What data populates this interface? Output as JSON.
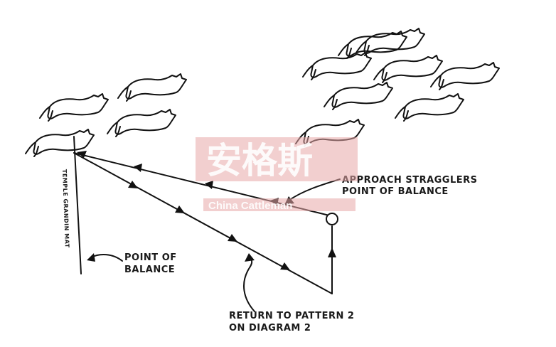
{
  "labels": {
    "approach": [
      "APPROACH STRAGGLERS",
      "POINT OF BALANCE"
    ],
    "point_of_balance": [
      "POINT OF",
      "BALANCE"
    ],
    "return_pattern": [
      "RETURN TO PATTERN 2",
      "ON DIAGRAM 2"
    ],
    "handler": "TEMPLE GRANDIN MAT"
  },
  "watermark": {
    "chinese": "安格斯",
    "english": "China Cattleman",
    "color": "#e8a7a7"
  },
  "colors": {
    "ink": "#111111",
    "paper": "#ffffff"
  }
}
